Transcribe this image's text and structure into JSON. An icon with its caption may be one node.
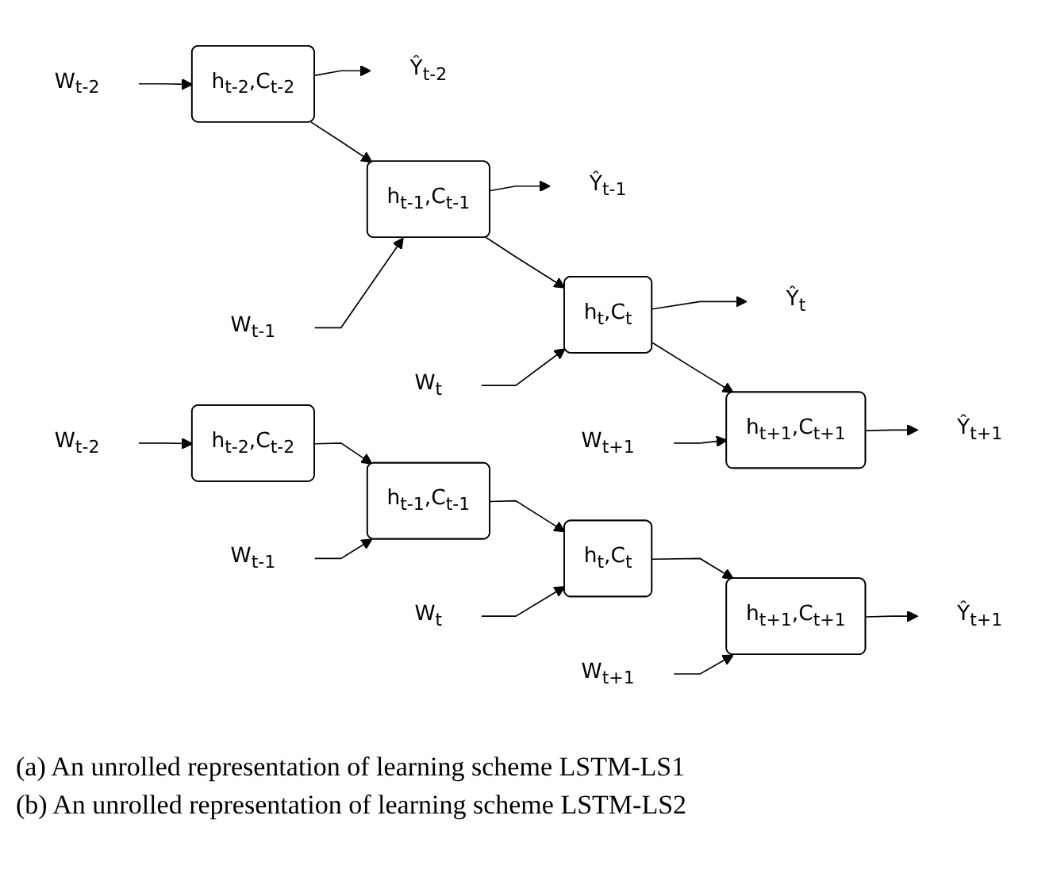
{
  "diagram": {
    "nodes": [
      {
        "text": [
          "Ŷ$_{t-2}$"
        ]
      },
      {
        "text": [
          "Ŷ$_{t-1}$"
        ]
      },
      {
        "text": [
          "Ŷ$_{t}$"
        ]
      },
      {
        "text": [
          "Ŷ$_{t+1}$"
        ]
      },
      {
        "text": [
          "h$_{t-2}$,C$_{t-2}$"
        ]
      },
      {
        "text": [
          "h$_{t-1}$,C$_{t-1}$"
        ]
      },
      {
        "text": [
          "h$_{t}$,C$_{t}$"
        ]
      },
      {
        "text": [
          "h$_{t+1}$,C$_{t+1}$"
        ]
      },
      {
        "text": [
          "W$_{t-2}$"
        ]
      },
      {
        "text": [
          "W$_{t-1}$"
        ]
      },
      {
        "text": [
          "W$_{t}$"
        ]
      },
      {
        "text": [
          "W$_{t+1}$"
        ]
      },
      {
        "text": [
          "Ŷ$_{t+1}$"
        ]
      },
      {
        "text": [
          "h$_{t-2}$,C$_{t-2}$"
        ]
      },
      {
        "text": [
          "h$_{t-1}$,C$_{t-1}$"
        ]
      },
      {
        "text": [
          "h$_{t}$,C$_{t}$"
        ]
      },
      {
        "text": [
          "h$_{t+1}$,C$_{t+1}$"
        ]
      },
      {
        "text": [
          "W$_{t-2}$"
        ]
      },
      {
        "text": [
          "W$_{t-1}$"
        ]
      },
      {
        "text": [
          "W$_{t}$"
        ]
      },
      {
        "text": [
          "W$_{t+1}$"
        ]
      }
    ],
    "edges": [
      {
        "from": 8,
        "to": 4,
        "arrow": "to"
      },
      {
        "from": 9,
        "to": 5,
        "arrow": "to"
      },
      {
        "from": 10,
        "to": 6,
        "arrow": "to"
      },
      {
        "from": 11,
        "to": 7,
        "arrow": "to"
      },
      {
        "from": 4,
        "to": 5,
        "arrow": "to"
      },
      {
        "from": 5,
        "to": 6,
        "arrow": "to"
      },
      {
        "from": 6,
        "to": 7,
        "arrow": "to"
      },
      {
        "from": 4,
        "to": 0,
        "arrow": "to"
      },
      {
        "from": 5,
        "to": 1,
        "arrow": "to"
      },
      {
        "from": 6,
        "to": 2,
        "arrow": "to"
      },
      {
        "from": 7,
        "to": 3,
        "arrow": "to"
      },
      {
        "from": 17,
        "to": 13,
        "arrow": "to"
      },
      {
        "from": 18,
        "to": 14,
        "arrow": "to"
      },
      {
        "from": 19,
        "to": 15,
        "arrow": "to"
      },
      {
        "from": 20,
        "to": 16,
        "arrow": "to"
      },
      {
        "from": 13,
        "to": 14,
        "arrow": "to"
      },
      {
        "from": 14,
        "to": 15,
        "arrow": "to"
      },
      {
        "from": 15,
        "to": 16,
        "arrow": "to"
      },
      {
        "from": 16,
        "to": 12,
        "arrow": "to"
      }
    ],
    "labels": [
      "(a) An unrolled representation of learning scheme LSTM-LS1",
      "(b) An unrolled representation of learning scheme LSTM-LS2"
    ]
  }
}
